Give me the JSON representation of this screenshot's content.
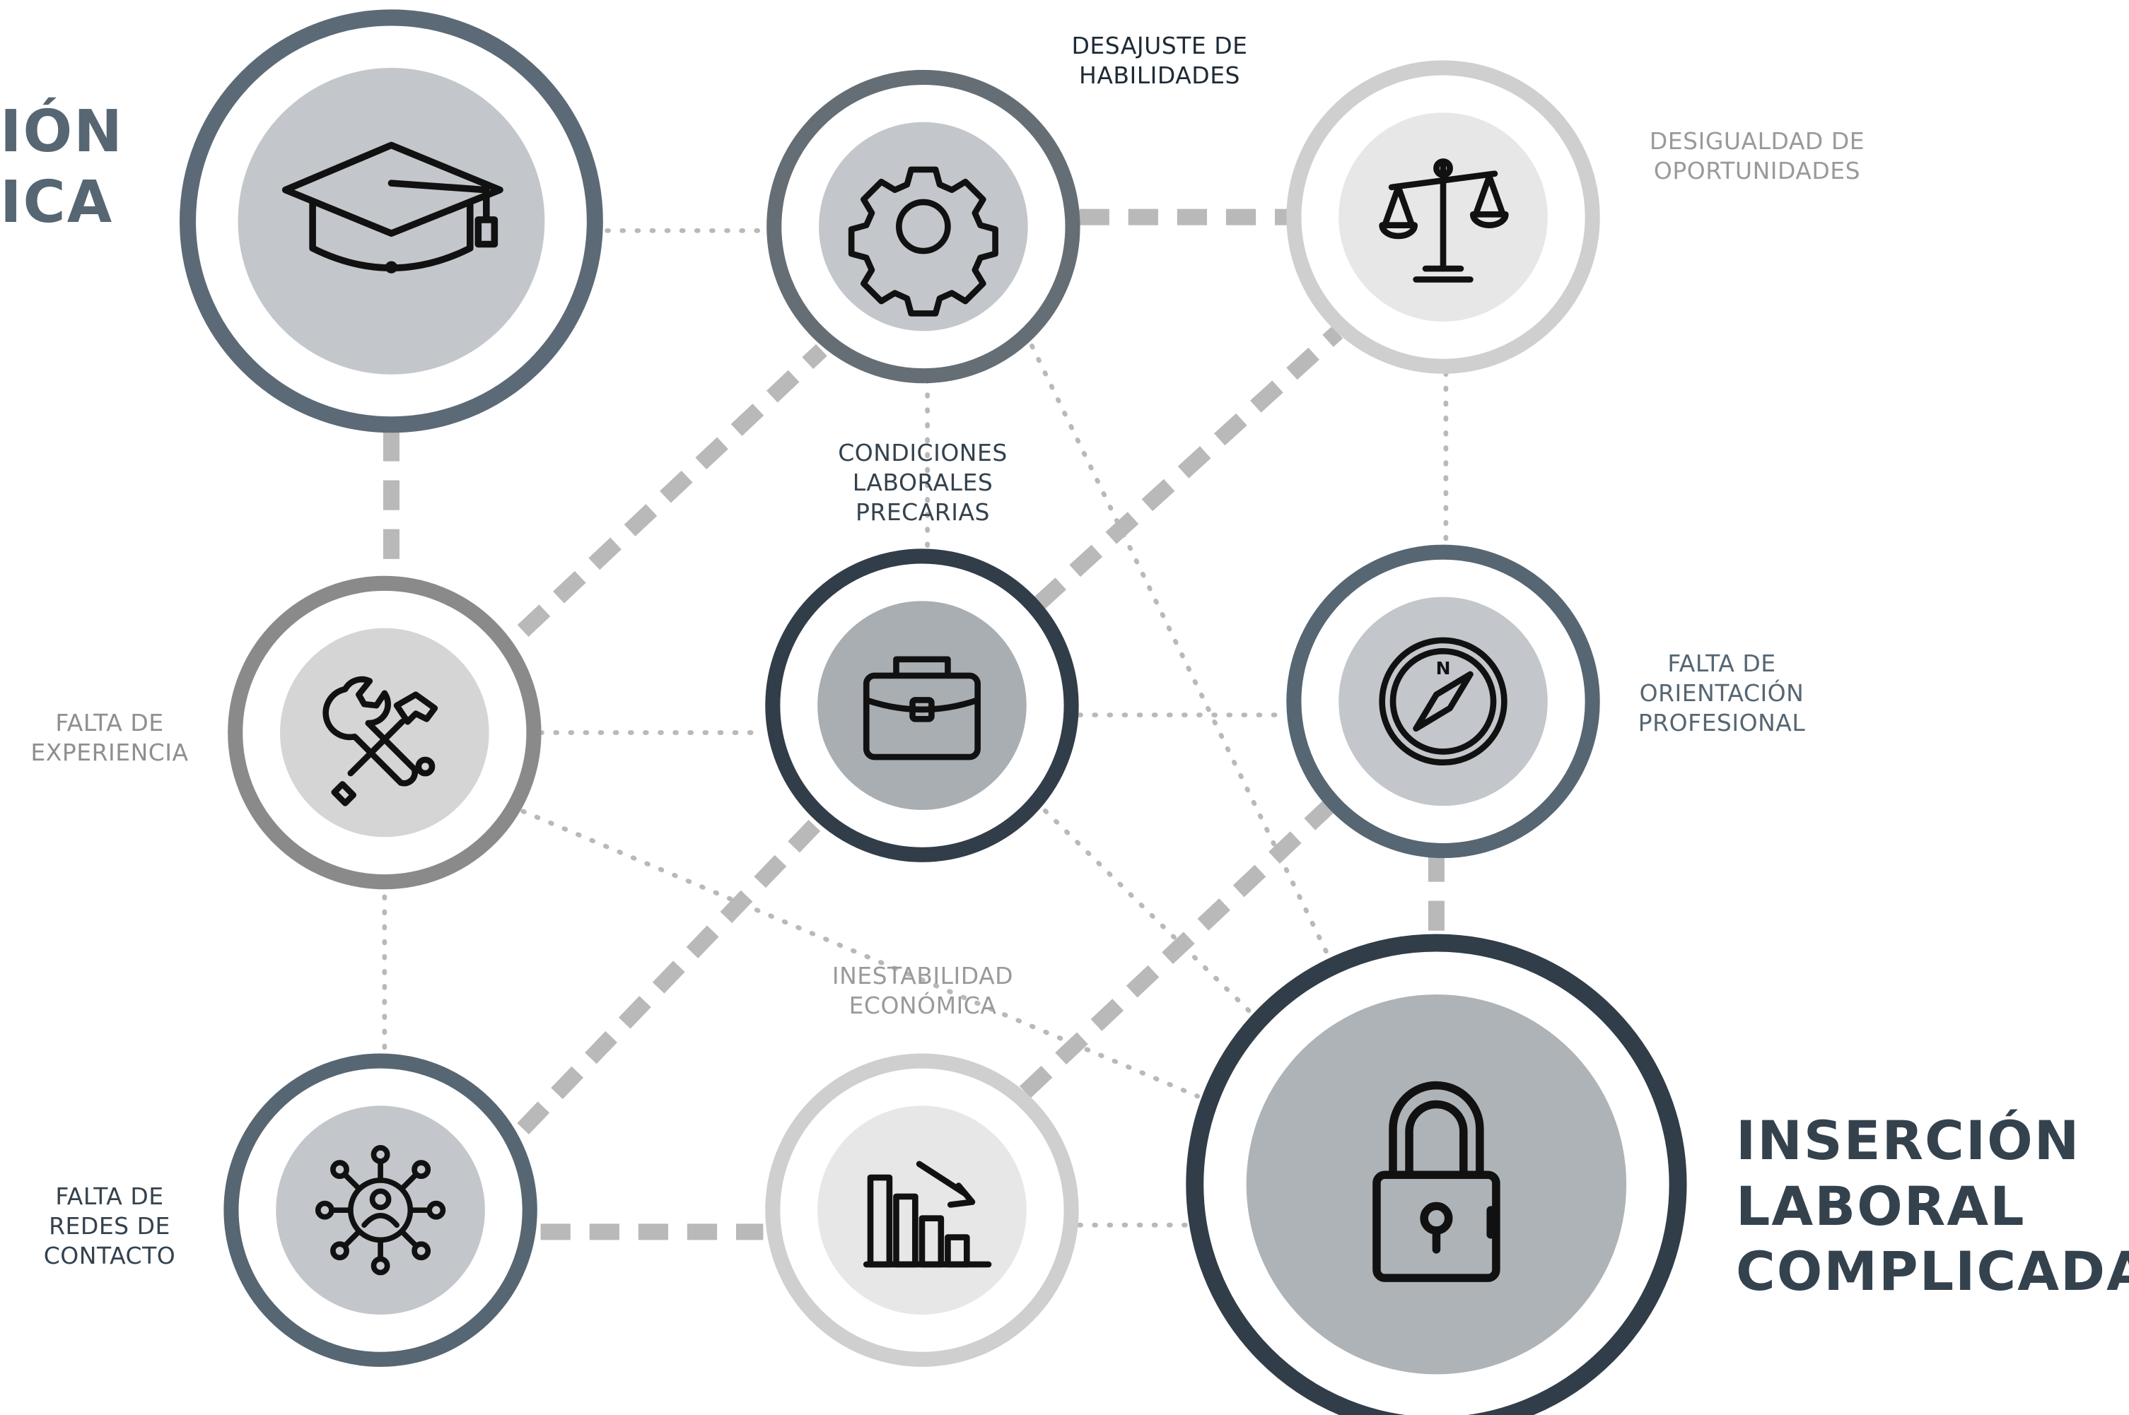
{
  "colors": {
    "dark_ring": "#313d48",
    "slate_ring": "#5b6a76",
    "mid_ring": "#656e75",
    "grey_ring": "#8a8a8a",
    "light_ring": "#cfcfcf",
    "connector": "#b9b9b9",
    "inner_light": "#e7e7e7",
    "inner_mid": "#c3c7cb",
    "inner_grey": "#a9aeb2"
  },
  "labels": {
    "education_partial": "IÓN\nICA",
    "skills_mismatch": "DESAJUSTE DE\nHABILIDADES",
    "inequality": "DESIGUALDAD DE\nOPORTUNIDADES",
    "working_conditions": "CONDICIONES\nLABORALES\nPRECARIAS",
    "experience": "FALTA DE\nEXPERIENCIA",
    "orientation": "FALTA DE\nORIENTACIÓN\nPROFESIONAL",
    "instability": "INESTABILIDAD\nECONÓMICA",
    "networks": "FALTA DE\nREDES DE\nCONTACTO",
    "outcome": "INSERCIÓN\nLABORAL\nCOMPLICADA"
  },
  "nodes": [
    {
      "id": "education",
      "icon": "graduation-cap-icon"
    },
    {
      "id": "skills",
      "icon": "gear-icon"
    },
    {
      "id": "inequality",
      "icon": "scale-icon"
    },
    {
      "id": "experience",
      "icon": "tools-icon"
    },
    {
      "id": "conditions",
      "icon": "briefcase-icon"
    },
    {
      "id": "orientation",
      "icon": "compass-icon"
    },
    {
      "id": "networks",
      "icon": "network-icon"
    },
    {
      "id": "instability",
      "icon": "declining-chart-icon"
    },
    {
      "id": "outcome",
      "icon": "padlock-icon"
    }
  ]
}
